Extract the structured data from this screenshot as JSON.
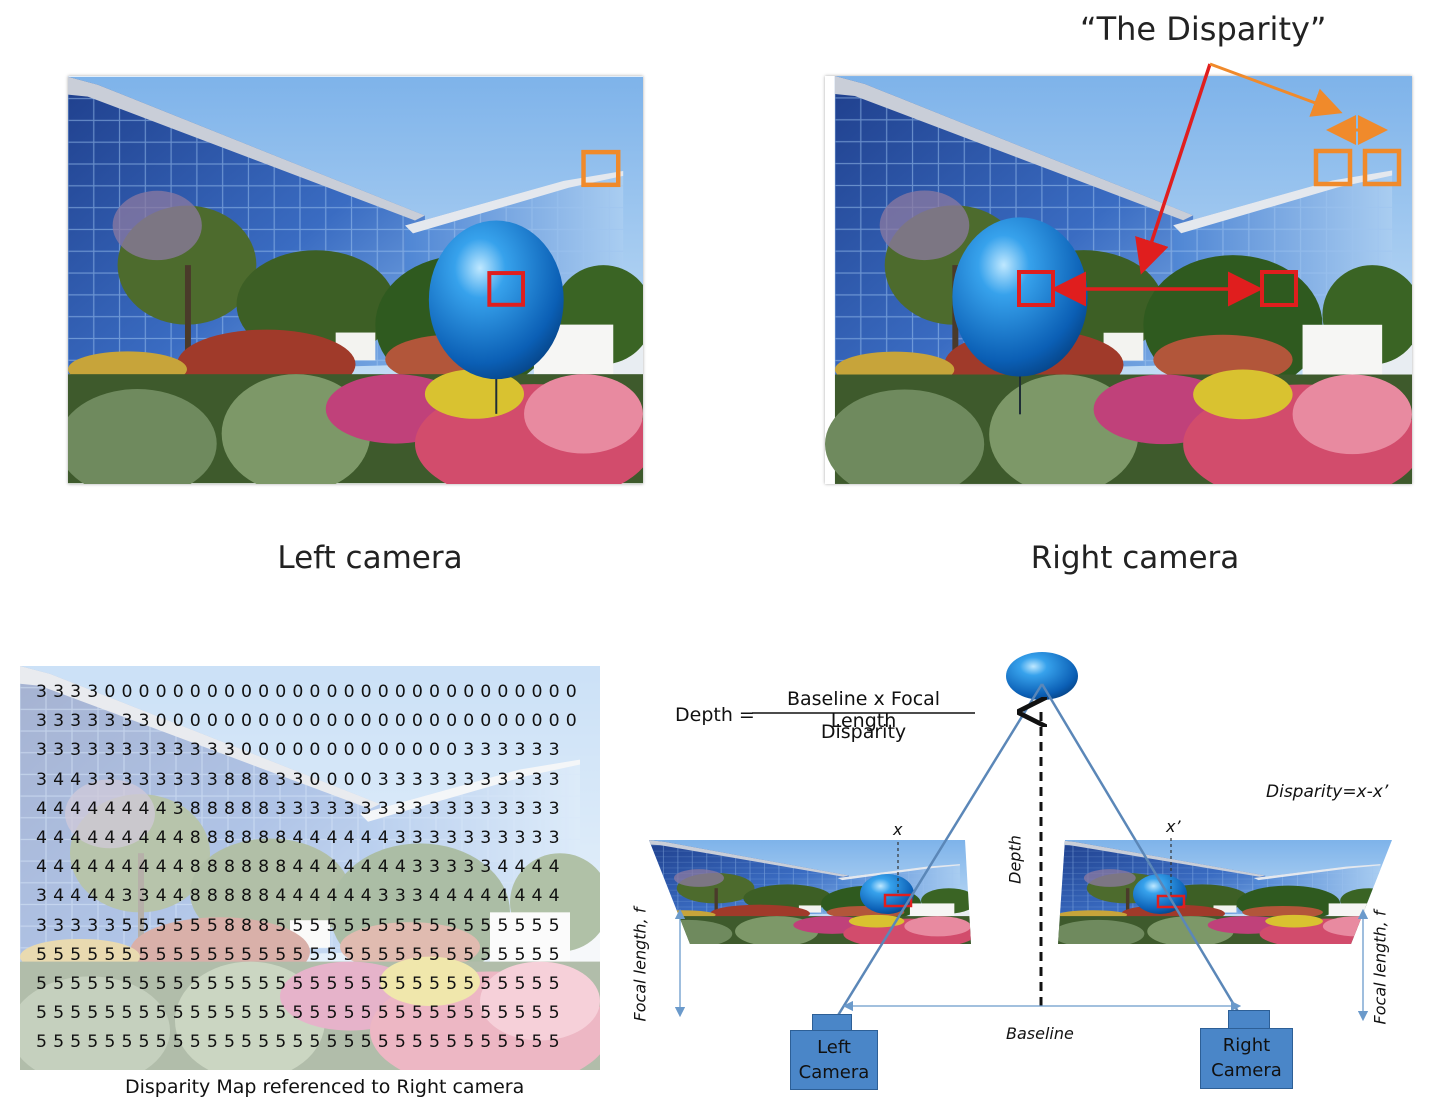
{
  "panels": {
    "left_caption": "Left camera",
    "right_caption": "Right camera",
    "disparity_callout": "“The Disparity”"
  },
  "disparity_map": {
    "caption": "Disparity Map referenced to Right camera",
    "rows": [
      "3 3 3 3 0 0 0 0 0 0 0 0 0 0 0 0 0 0 0 0 0 0 0 0 0 0 0 0 0 0 0 0",
      "3 3 3 3 3 3 3 0 0 0 0 0 0 0 0 0 0 0 0 0 0 0 0 0 0 0 0 0 0 0 0 0",
      "3 3 3 3 3 3 3 3 3 3 3 3 0 0 0 0 0 0 0 0 0 0 0 0 0 3 3 3 3 3 3",
      "3 4 4 3 3 3 3 3 3 3 3 8 8 8 3 3 0 0 0 0 3 3 3 3 3 3 3 3 3 3 3",
      "4 4 4 4 4 4 4 4 3 8 8 8 8 8 3 3 3 3 3 3 3 3 3 3 3 3 3 3 3 3 3",
      "4 4 4 4 4 4 4 4 4 8 8 8 8 8 8 4 4 4 4 4 4 3 3 3 3 3 3 3 3 3 3",
      "4 4 4 4 4 4 4 4 4 8 8 8 8 8 8 4 4 4 4 4 4 4 3 3 3 3 3 4 4 4 4",
      "3 4 4 4 4 3 3 4 4 8 8 8 8 8 4 4 4 4 4 4 3 3 3 4 4 4 4 4 4 4 4",
      "3 3 3 3 3 5 5 5 5 5 5 8 8 8 5 5 5 5 5 5 5 5 5 5 5 5 5 5 5 5 5",
      "5 5 5 5 5 5 5 5 5 5 5 5 5 5 5 5 5 5 5 5 5 5 5 5 5 5 5 5 5 5 5",
      "5 5 5 5 5 5 5 5 5 5 5 5 5 5 5 5 5 5 5 5 5 5 5 5 5 5 5 5 5 5 5",
      "5 5 5 5 5 5 5 5 5 5 5 5 5 5 5 5 5 5 5 5 5 5 5 5 5 5 5 5 5 5 5",
      "5 5 5 5 5 5 5 5 5 5 5 5 5 5 5 5 5 5 5 5 5 5 5 5 5 5 5 5 5 5 5"
    ]
  },
  "geometry": {
    "equation_lhs": "Depth =",
    "equation_numerator": "Baseline x Focal Length",
    "equation_denominator": "Disparity",
    "disparity_formula": "Disparity=x-x’",
    "x_label": "x",
    "x_prime_label": "x’",
    "depth_label": "Depth",
    "baseline_label": "Baseline",
    "focal_left": "Focal length, f",
    "focal_right": "Focal length, f",
    "left_camera_line1": "Left",
    "left_camera_line2": "Camera",
    "right_camera_line1": "Right",
    "right_camera_line2": "Camera"
  },
  "colors": {
    "orange": "#f08a2b",
    "red": "#e01e1e",
    "camera_blue": "#4a86c8",
    "line_blue": "#5b87b8",
    "sky": "#b9d6f3",
    "building": "#2c4f9a"
  }
}
